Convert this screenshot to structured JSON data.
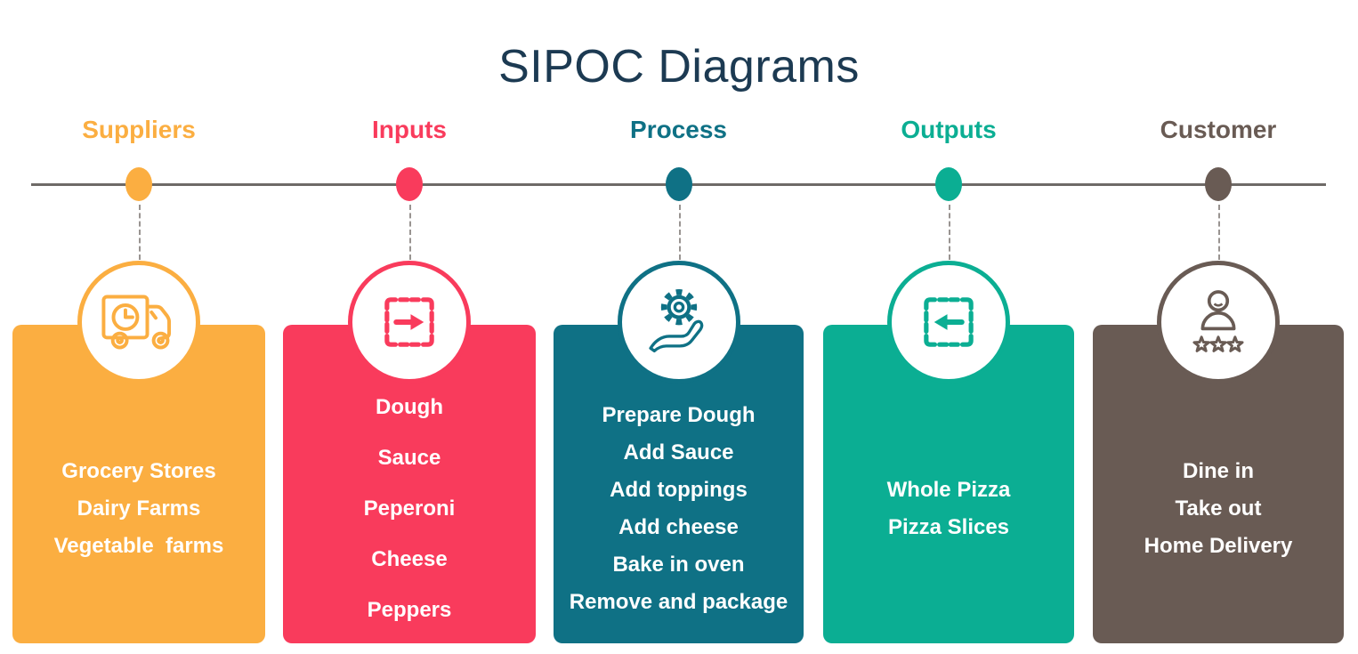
{
  "title": "SIPOC Diagrams",
  "colors": {
    "title": "#1C3A52",
    "timeline": "#6E6A67",
    "connector_dash": "#999491",
    "card_text": "#ffffff"
  },
  "columns": [
    {
      "label": "Suppliers",
      "color": "#FBAE41",
      "icon": "delivery-truck-icon",
      "items": [
        "Grocery Stores",
        "Dairy Farms",
        "Vegetable  farms"
      ]
    },
    {
      "label": "Inputs",
      "color": "#F93B5C",
      "icon": "arrow-into-dashed-box-icon",
      "items": [
        "Dough",
        "Sauce",
        "Peperoni",
        "Cheese",
        "Peppers"
      ]
    },
    {
      "label": "Process",
      "color": "#0F7185",
      "icon": "gear-on-hand-icon",
      "items": [
        "Prepare Dough",
        "Add Sauce",
        "Add toppings",
        "Add cheese",
        "Bake in oven",
        "Remove and package"
      ]
    },
    {
      "label": "Outputs",
      "color": "#0BAE93",
      "icon": "arrow-out-of-dashed-box-icon",
      "items": [
        "Whole Pizza",
        "Pizza Slices"
      ]
    },
    {
      "label": "Customer",
      "color": "#695B54",
      "icon": "customer-rating-icon",
      "items": [
        "Dine in",
        "Take out",
        "Home Delivery"
      ]
    }
  ]
}
